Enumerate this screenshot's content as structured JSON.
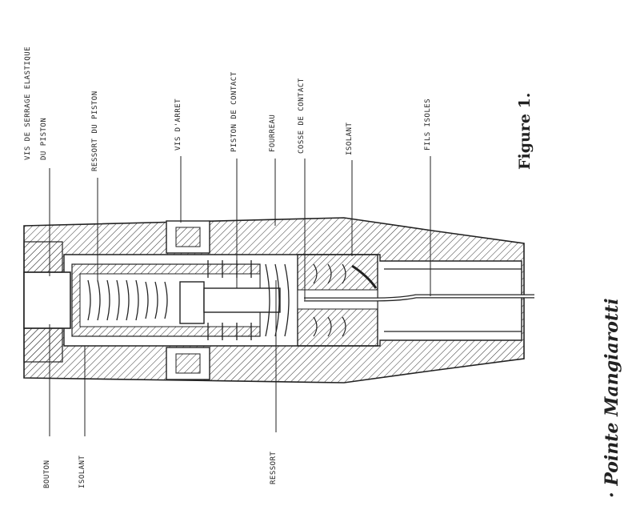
{
  "labels_top": {
    "vis_serrage": "VIS DE SERRAGE ELASTIQUE",
    "du_piston": "DU PISTON",
    "ressort_piston": "RESSORT DU PISTON",
    "vis_arret": "VIS D'ARRET",
    "piston_contact": "PISTON DE CONTACT",
    "fourreau": "FOURREAU",
    "cosse_contact": "COSSE DE CONTACT",
    "isolant": "ISOLANT",
    "fils_isoles": "FILS ISOLES"
  },
  "labels_bottom": {
    "bouton": "BOUTON",
    "isolant": "ISOLANT",
    "ressort": "RESSORT"
  },
  "figure_label": "Figure 1.",
  "caption": "· Pointe Mangiarotti"
}
